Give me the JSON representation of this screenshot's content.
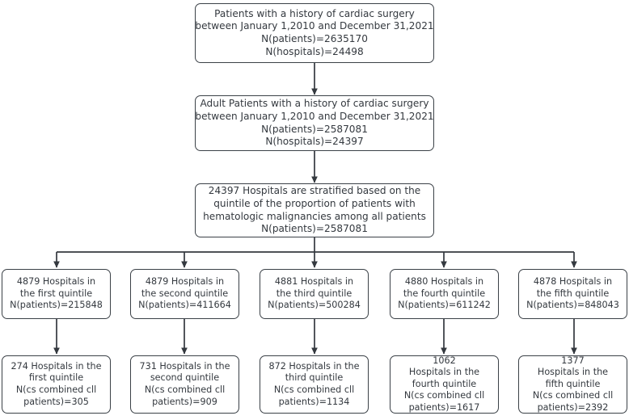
{
  "diagram": {
    "title": "Cardiac surgery patient and hospital selection flowchart",
    "border_color": "#3b4147",
    "text_color": "#34393f",
    "background_color": "#ffffff"
  },
  "nodes": {
    "cohort_all": {
      "lines": [
        "Patients with a history of cardiac surgery",
        "between January 1,2010 and December 31,2021",
        "N(patients)=2635170",
        "N(hospitals)=24498"
      ]
    },
    "cohort_adult": {
      "lines": [
        "Adult Patients with a history of cardiac surgery",
        "between January 1,2010 and December 31,2021",
        "N(patients)=2587081",
        "N(hospitals)=24397"
      ]
    },
    "stratify": {
      "lines": [
        "24397 Hospitals are stratified based on the",
        "quintile of the proportion of patients with",
        "hematologic malignancies among all patients",
        "N(patients)=2587081"
      ]
    }
  },
  "quintiles": [
    {
      "key": "first",
      "hospital_node": {
        "lines": [
          "4879 Hospitals in",
          "the first quintile",
          "N(patients)=215848"
        ],
        "hospitals": 4879,
        "patients": 215848
      },
      "outcome_node": {
        "lines": [
          "274 Hospitals in the",
          "first quintile",
          "N(cs combined cll",
          "patients)=305"
        ],
        "hospitals": 274,
        "patients": 305
      }
    },
    {
      "key": "second",
      "hospital_node": {
        "lines": [
          "4879 Hospitals in",
          "the second quintile",
          "N(patients)=411664"
        ],
        "hospitals": 4879,
        "patients": 411664
      },
      "outcome_node": {
        "lines": [
          "731 Hospitals in the",
          "second quintile",
          "N(cs combined cll",
          "patients)=909"
        ],
        "hospitals": 731,
        "patients": 909
      }
    },
    {
      "key": "third",
      "hospital_node": {
        "lines": [
          "4881 Hospitals in",
          "the third quintile",
          "N(patients)=500284"
        ],
        "hospitals": 4881,
        "patients": 500284
      },
      "outcome_node": {
        "lines": [
          "872 Hospitals in the",
          "third quintile",
          "N(cs combined cll",
          "patients)=1134"
        ],
        "hospitals": 872,
        "patients": 1134
      }
    },
    {
      "key": "fourth",
      "hospital_node": {
        "lines": [
          "4880 Hospitals in",
          "the fourth quintile",
          "N(patients)=611242"
        ],
        "hospitals": 4880,
        "patients": 611242
      },
      "outcome_node": {
        "lines": [
          "1062",
          "Hospitals in the",
          "fourth quintile",
          "N(cs combined cll",
          "patients)=1617"
        ],
        "hospitals": 1062,
        "patients": 1617
      }
    },
    {
      "key": "fifth",
      "hospital_node": {
        "lines": [
          "4878 Hospitals in",
          "the fifth quintile",
          "N(patients)=848043"
        ],
        "hospitals": 4878,
        "patients": 848043
      },
      "outcome_node": {
        "lines": [
          "1377",
          "Hospitals in the",
          "fifth quintile",
          "N(cs combined cll",
          "patients)=2392"
        ],
        "hospitals": 1377,
        "patients": 2392
      }
    }
  ]
}
